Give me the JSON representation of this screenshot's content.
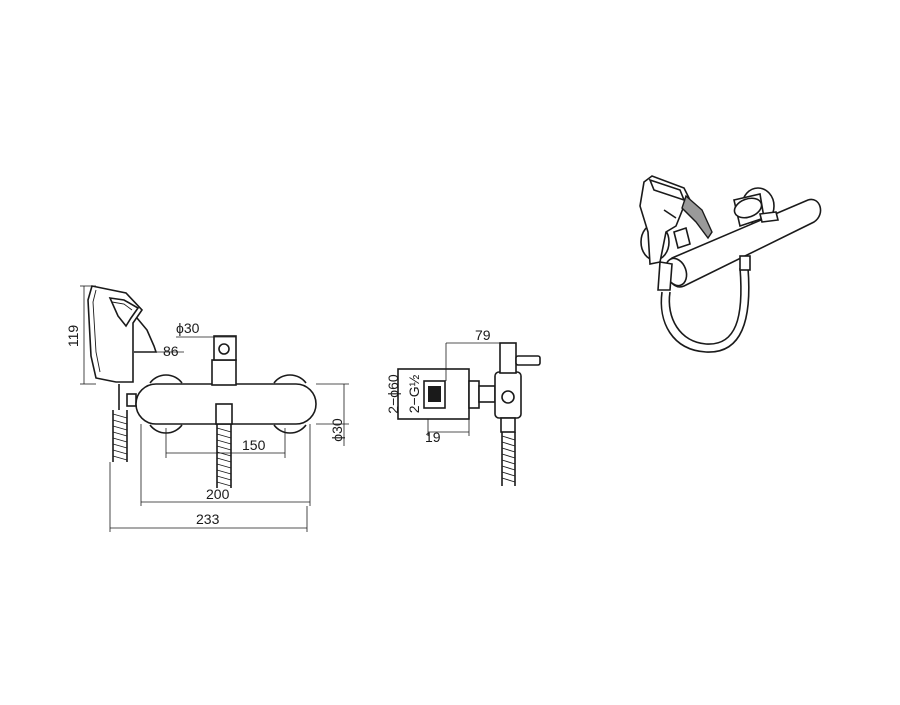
{
  "dimensions": {
    "handshower_height": "119",
    "handshower_depth": "86",
    "handle_diameter": "ϕ30",
    "body_diameter": "ϕ30",
    "outlet_spacing": "150",
    "body_length": "200",
    "overall_width": "233",
    "side_depth": "79",
    "flange_diameter": "2−ϕ60",
    "thread_size": "2−G½",
    "flange_thickness": "19"
  }
}
